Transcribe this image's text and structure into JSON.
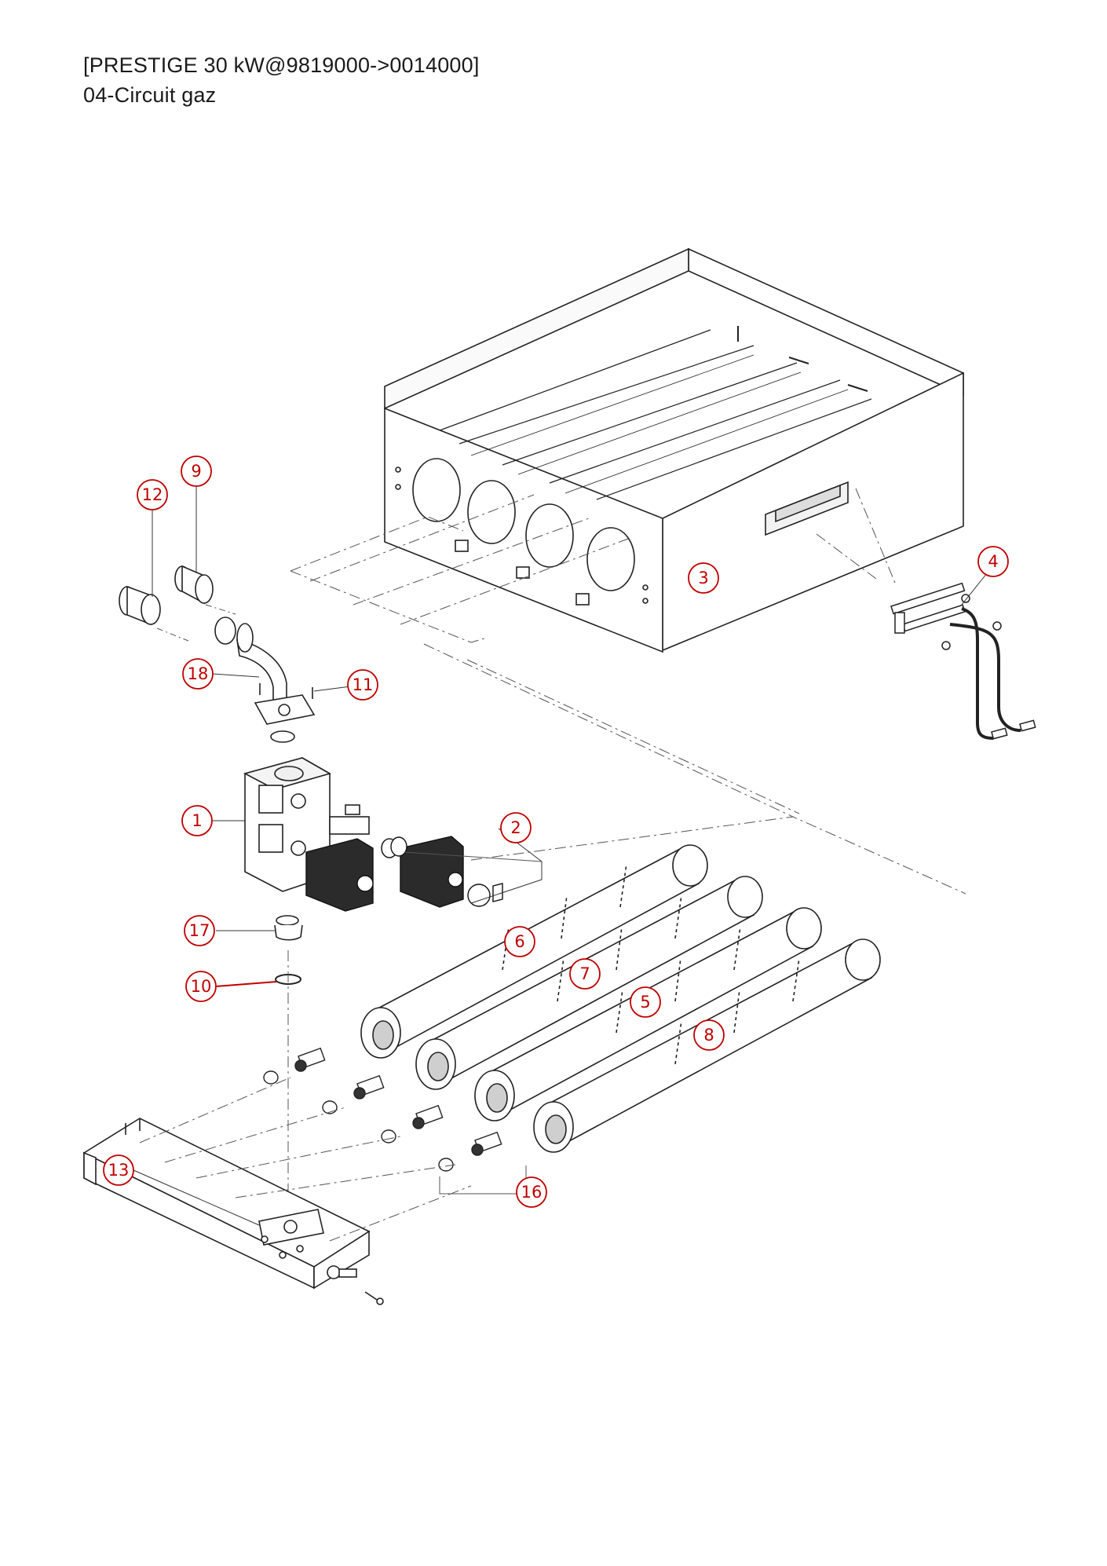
{
  "header": {
    "title": "[PRESTIGE 30 kW@9819000->0014000]",
    "subtitle": "04-Circuit gaz"
  },
  "colors": {
    "callout": "#c00000",
    "line": "#222222",
    "part_fill": "#ffffff",
    "dark_part": "#2b2b2b"
  },
  "callouts": [
    "1",
    "2",
    "3",
    "4",
    "5",
    "6",
    "7",
    "8",
    "9",
    "10",
    "11",
    "12",
    "13",
    "16",
    "17",
    "18"
  ]
}
